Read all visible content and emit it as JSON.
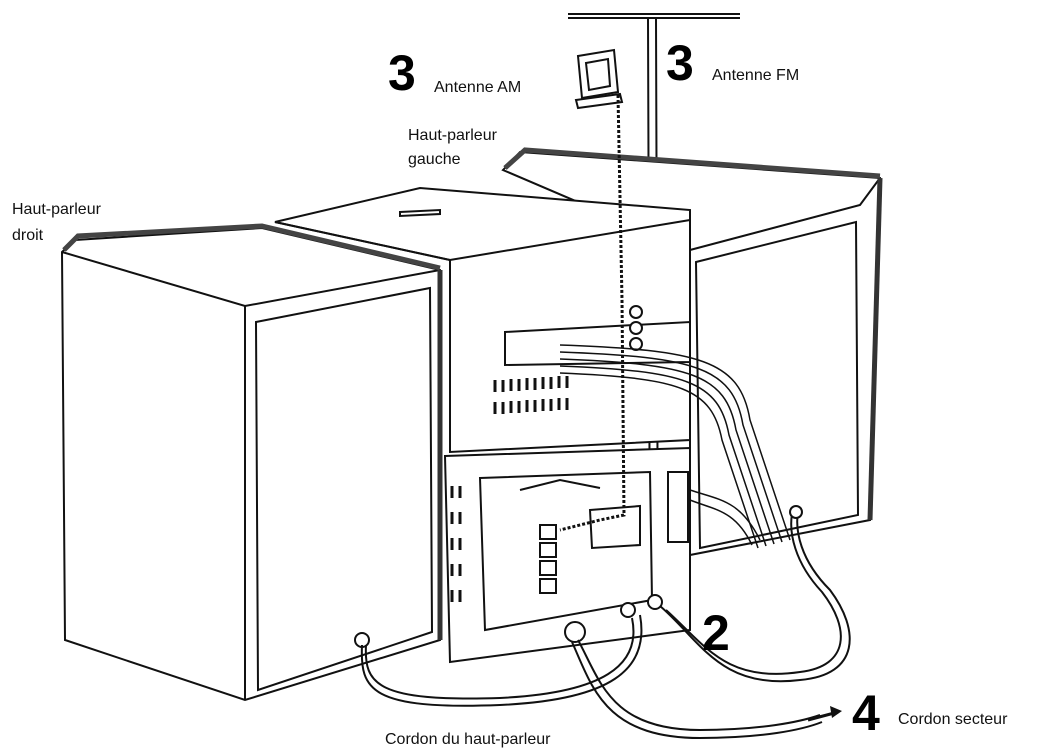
{
  "labels": {
    "am_number": "3",
    "am_text": "Antenne AM",
    "fm_number": "3",
    "fm_text": "Antenne FM",
    "left_speaker_line1": "Haut-parleur",
    "left_speaker_line2": "gauche",
    "right_speaker_line1": "Haut-parleur",
    "right_speaker_line2": "droit",
    "speaker_cord_number": "2",
    "power_number": "4",
    "power_text": "Cordon secteur",
    "speaker_cord_text": "Cordon du haut-parleur"
  },
  "colors": {
    "line": "#111111",
    "shadow": "#333333",
    "paper": "#ffffff"
  }
}
